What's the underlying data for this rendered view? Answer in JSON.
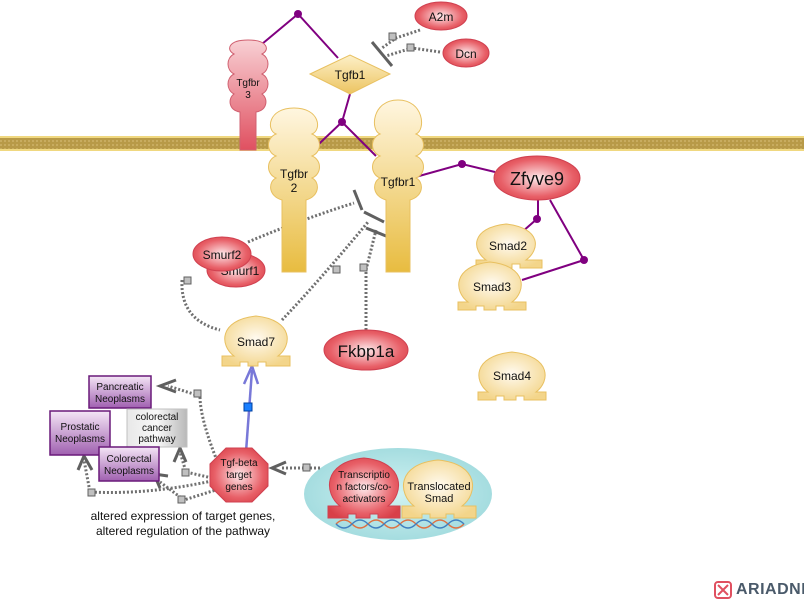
{
  "membrane": {
    "color": "#b8a050",
    "edge_color": "#f0d880"
  },
  "colors": {
    "protein_red": "#e0505a",
    "protein_yellow": "#f0d080",
    "receptor_red": "#e0707a",
    "disease_purple": "#7a2a8a",
    "pathway_grey": "#c8c8c8",
    "link_purple": "#800080",
    "link_grey": "#707070",
    "expression_blue": "#7878d8",
    "nucleus": "#a8e0e0"
  },
  "nodes": {
    "a2m": "A2m",
    "dcn": "Dcn",
    "tgfb1": "Tgfb1",
    "tgfbr3": [
      "Tgfbr",
      "3"
    ],
    "tgfbr2": [
      "Tgfbr",
      "2"
    ],
    "tgfbr1": "Tgfbr1",
    "zfyve9": "Zfyve9",
    "smad2": "Smad2",
    "smad3": "Smad3",
    "smad4": "Smad4",
    "smad7": "Smad7",
    "smurf2": "Smurf2",
    "smurf1": "Smurf1",
    "fkbp1a": "Fkbp1a",
    "tgf_beta_target_genes": [
      "Tgf-beta",
      "target",
      "genes"
    ],
    "transcription_factors": [
      "Transcriptio",
      "n factors/co-",
      "activators"
    ],
    "translocated_smad": [
      "Translocated",
      "Smad"
    ],
    "pancreatic_neoplasms": [
      "Pancreatic",
      "Neoplasms"
    ],
    "prostatic_neoplasms": [
      "Prostatic",
      "Neoplasms"
    ],
    "colorectal_neoplasms": [
      "Colorectal",
      "Neoplasms"
    ],
    "colorectal_cancer_pathway": [
      "colorectal",
      "cancer",
      "pathway"
    ]
  },
  "annotation": [
    "altered expression of target genes,",
    "altered regulation of the pathway"
  ],
  "logo": {
    "text": "ARIADNE",
    "icon": "ariadne-logo-icon"
  }
}
